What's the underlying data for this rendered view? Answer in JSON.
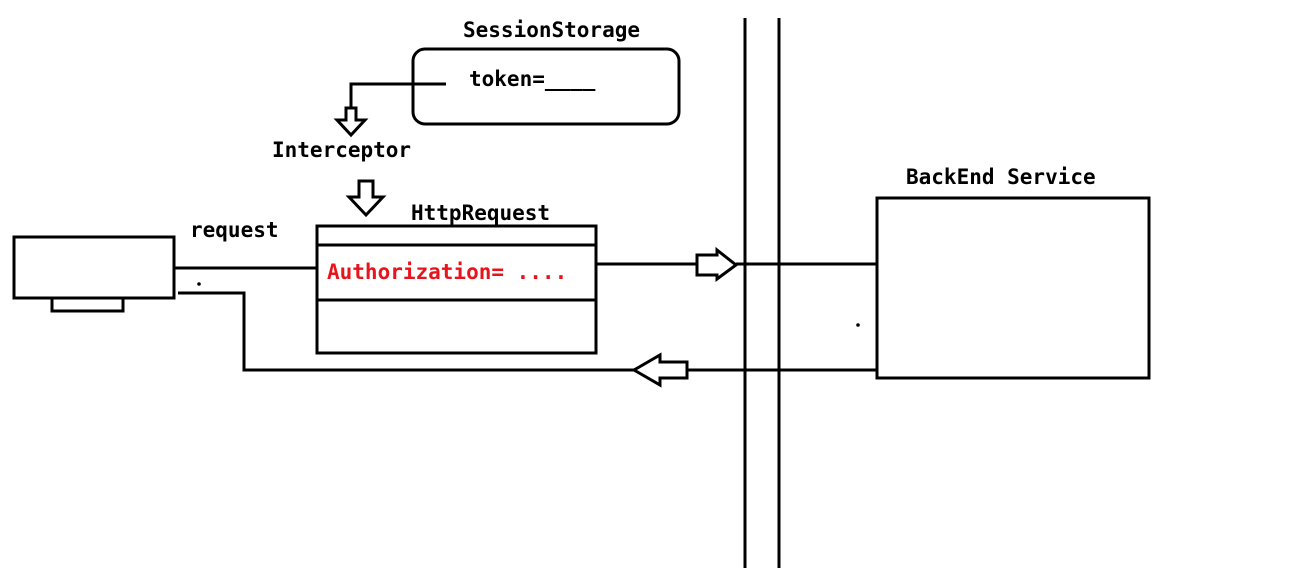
{
  "session_storage": {
    "title": "SessionStorage",
    "field": "token=____"
  },
  "interceptor": {
    "label": "Interceptor"
  },
  "http_request": {
    "title": "HttpRequest",
    "header_row": "Authorization= ....",
    "header_color": "#e8141b"
  },
  "client": {
    "request_label": "request"
  },
  "backend": {
    "title": "BackEnd Service"
  },
  "colors": {
    "stroke": "#000000",
    "background": "#ffffff"
  }
}
